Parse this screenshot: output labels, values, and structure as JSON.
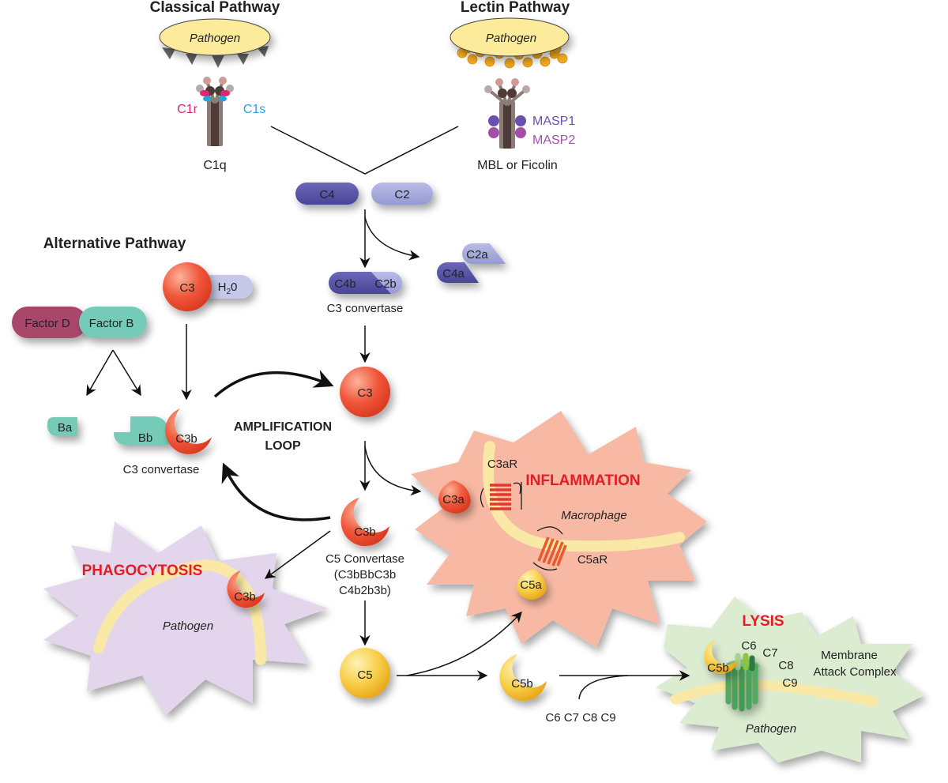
{
  "colors": {
    "pathogen_fill": "#fbeb9a",
    "c3_red": "#f0563a",
    "c5_yellow": "#f7c53a",
    "c4_dark": "#5a55a8",
    "c2_light": "#a6aadc",
    "factor_d": "#a8476a",
    "factor_b": "#74cbb7",
    "h2o": "#c6c8ea",
    "inflammation_bg": "#f8b9a4",
    "phagocytosis_bg": "#e3d6ec",
    "lysis_bg": "#dcecd0",
    "membrane": "#f9e8a6",
    "highlight_red": "#e21d26",
    "c1r": "#e0257a",
    "c1s": "#2aa3dc",
    "masp1": "#6b4fb0",
    "masp2": "#a54ea8",
    "mac_green": "#4aa35a"
  },
  "classical": {
    "title": "Classical Pathway",
    "pathogen": "Pathogen",
    "c1r": "C1r",
    "c1s": "C1s",
    "c1q": "C1q"
  },
  "lectin": {
    "title": "Lectin Pathway",
    "pathogen": "Pathogen",
    "masp1": "MASP1",
    "masp2": "MASP2",
    "mbl": "MBL or Ficolin"
  },
  "c4c2": {
    "c4": "C4",
    "c2": "C2",
    "c4b": "C4b",
    "c2b": "C2b",
    "c4a": "C4a",
    "c2a": "C2a",
    "convertase": "C3 convertase"
  },
  "alternative": {
    "title": "Alternative Pathway",
    "c3": "C3",
    "h2o_main": "H",
    "h2o_sub": "2",
    "h2o_end": "0",
    "factor_d": "Factor D",
    "factor_b": "Factor B",
    "ba": "Ba",
    "bb": "Bb",
    "c3b": "C3b",
    "convertase": "C3 convertase"
  },
  "amplification": {
    "line1": "AMPLIFICATION",
    "line2": "LOOP",
    "c3": "C3",
    "c3b": "C3b"
  },
  "c5conv": {
    "line1": "C5 Convertase",
    "line2": "(C3bBbC3b",
    "line3": "C4b2b3b)",
    "c5": "C5",
    "c5b": "C5b",
    "c6c9": "C6 C7 C8 C9"
  },
  "inflammation": {
    "title": "INFLAMMATION",
    "c3ar": "C3aR",
    "c3a": "C3a",
    "macrophage": "Macrophage",
    "c5ar": "C5aR",
    "c5a": "C5a"
  },
  "phagocytosis": {
    "title": "PHAGOCYTOSIS",
    "c3b": "C3b",
    "pathogen": "Pathogen"
  },
  "lysis": {
    "title": "LYSIS",
    "c5b": "C5b",
    "c6": "C6",
    "c7": "C7",
    "c8": "C8",
    "c9": "C9",
    "mac_line1": "Membrane",
    "mac_line2": "Attack Complex",
    "pathogen": "Pathogen"
  }
}
